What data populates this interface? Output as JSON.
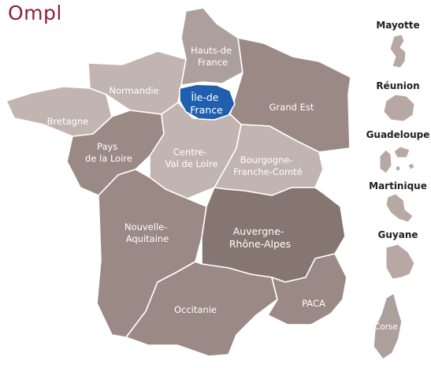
{
  "logo": {
    "text": "Ompl",
    "color": "#8d2136"
  },
  "colors": {
    "light": "#c2b4b0",
    "medium": "#ad9f9c",
    "dark": "#9a8985",
    "darkest": "#857671",
    "selected": "#1f5fae",
    "island": "#b7a8a4"
  },
  "regions": {
    "hauts_de_france": {
      "lines": [
        "Hauts-de",
        "France"
      ]
    },
    "ile_de_france": {
      "lines": [
        "Île-de",
        "France"
      ],
      "selected": true
    },
    "normandie": {
      "lines": [
        "Normandie"
      ]
    },
    "grand_est": {
      "lines": [
        "Grand Est"
      ]
    },
    "bretagne": {
      "lines": [
        "Bretagne"
      ]
    },
    "pays_de_la_loire": {
      "lines": [
        "Pays",
        "de la Loire"
      ]
    },
    "centre_val_de_loire": {
      "lines": [
        "Centre-",
        "Val de Loire"
      ]
    },
    "bourgogne_franche_comte": {
      "lines": [
        "Bourgogne-",
        "Franche-Comté"
      ]
    },
    "nouvelle_aquitaine": {
      "lines": [
        "Nouvelle-",
        "Aquitaine"
      ]
    },
    "auvergne_rhone_alpes": {
      "lines": [
        "Auvergne-",
        "Rhône-Alpes"
      ]
    },
    "occitanie": {
      "lines": [
        "Occitanie"
      ]
    },
    "paca": {
      "lines": [
        "PACA"
      ]
    },
    "corse": {
      "lines": [
        "Corse"
      ]
    }
  },
  "overseas": {
    "mayotte": "Mayotte",
    "reunion": "Réunion",
    "guadeloupe": "Guadeloupe",
    "martinique": "Martinique",
    "guyane": "Guyane"
  }
}
